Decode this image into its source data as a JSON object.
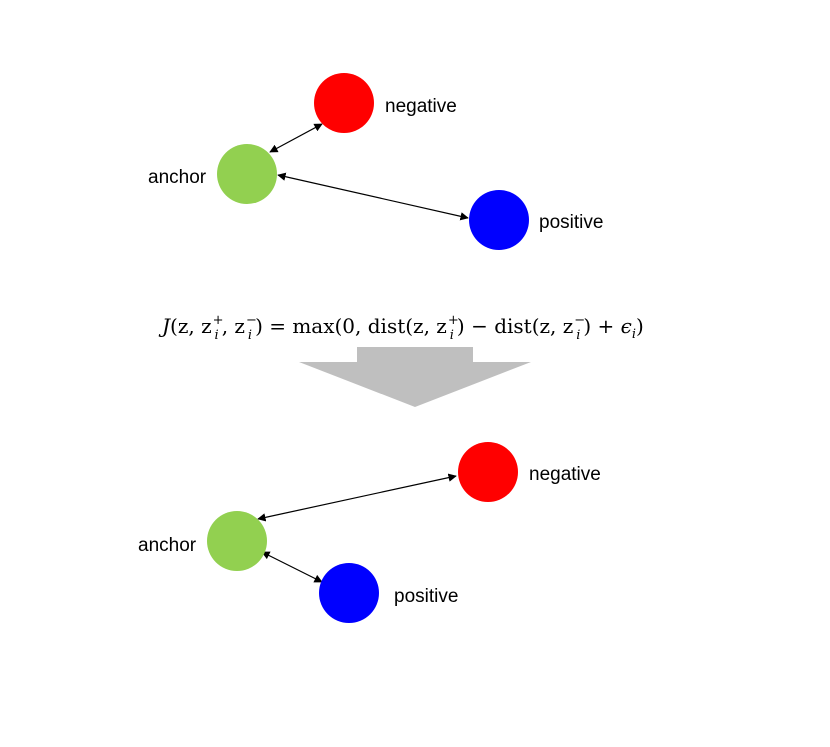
{
  "colors": {
    "anchor": "#92d050",
    "negative": "#ff0000",
    "positive": "#0000ff",
    "arrow": "#bfbfbf",
    "edge": "#000000"
  },
  "top": {
    "anchor_label": "anchor",
    "negative_label": "negative",
    "positive_label": "positive"
  },
  "bottom": {
    "anchor_label": "anchor",
    "negative_label": "negative",
    "positive_label": "positive"
  },
  "formula": {
    "J": "J",
    "lparen": "(",
    "z": "z, z",
    "i1": "i",
    "plus_sup": "+",
    "comma": ", z",
    "i2": "i",
    "minus_sup": "−",
    "after_args": ") = max(0, dist(z, z",
    "i3": "i",
    "plus_sup2": "+",
    "mid": ") − dist(z, z",
    "i4": "i",
    "minus_sup2": "−",
    "tail": ") + ",
    "epsilon": "ϵ",
    "i5": "i",
    "close": ")"
  }
}
